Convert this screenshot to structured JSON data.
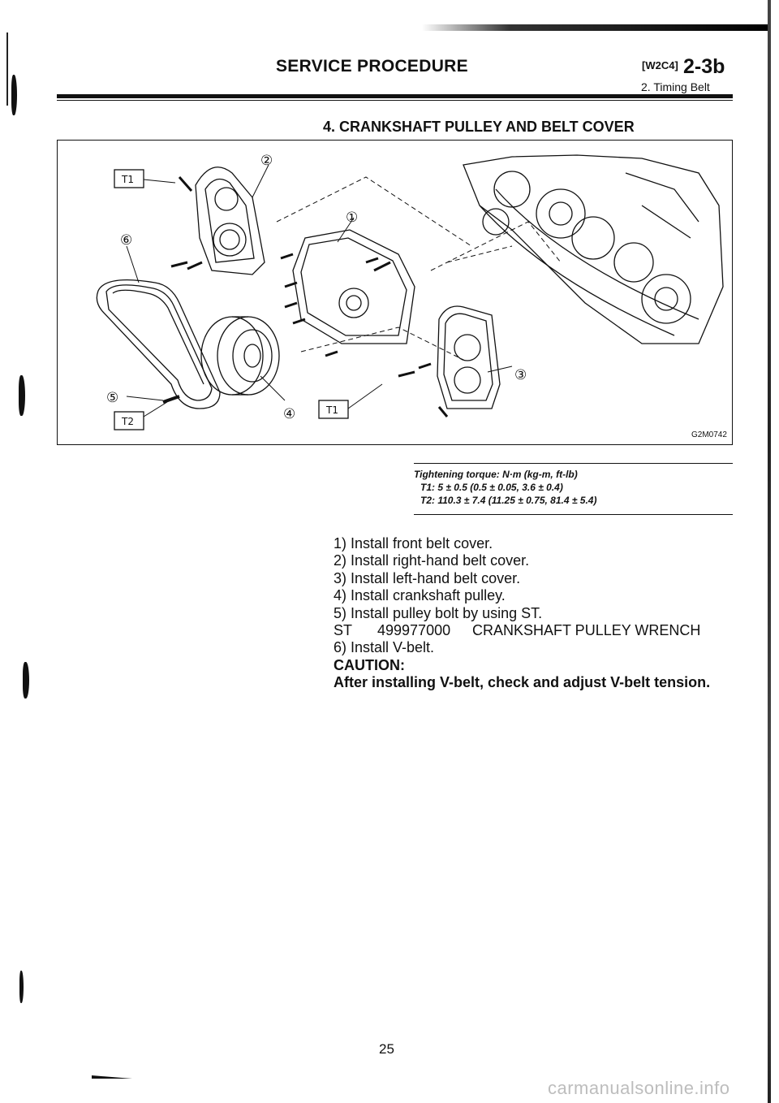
{
  "header": {
    "title": "SERVICE PROCEDURE",
    "code": "[W2C4]",
    "section": "2-3b",
    "subsection": "2. Timing Belt"
  },
  "section_heading": "4. CRANKSHAFT PULLEY AND BELT COVER",
  "figure": {
    "code": "G2M0742",
    "torque_tags": [
      "T1",
      "T1",
      "T2"
    ],
    "callouts": [
      "①",
      "②",
      "③",
      "④",
      "⑤",
      "⑥"
    ]
  },
  "torque": {
    "title": "Tightening torque: N·m (kg-m, ft-lb)",
    "t1": "T1: 5 ± 0.5 (0.5 ± 0.05, 3.6 ± 0.4)",
    "t2": "T2: 110.3 ± 7.4 (11.25 ± 0.75, 81.4 ± 5.4)"
  },
  "steps": [
    "1) Install front belt cover.",
    "2) Install right-hand belt cover.",
    "3) Install left-hand belt cover.",
    "4) Install crankshaft pulley.",
    "5) Install pulley bolt by using ST."
  ],
  "special_tool": {
    "label": "ST",
    "number": "499977000",
    "name": "CRANKSHAFT PULLEY WRENCH"
  },
  "step6": "6) Install V-belt.",
  "caution": {
    "title": "CAUTION:",
    "text": "After installing V-belt, check and adjust V-belt tension."
  },
  "page_number": "25",
  "watermark": "carmanualsonline.info"
}
